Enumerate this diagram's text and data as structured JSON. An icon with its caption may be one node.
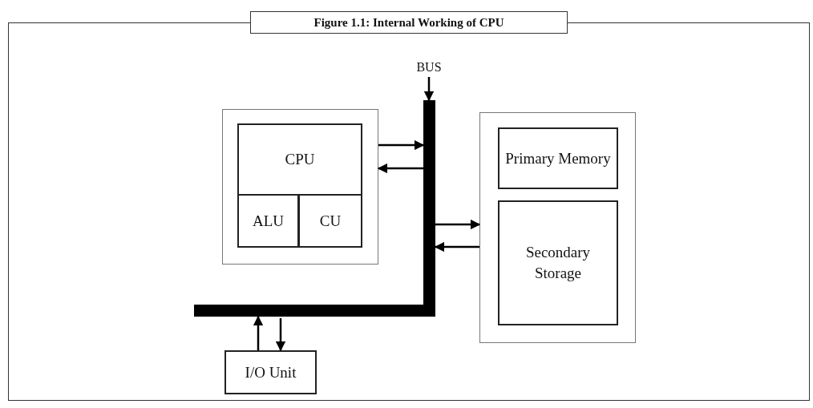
{
  "diagram": {
    "title": "Figure 1.1: Internal Working of CPU",
    "nodes": [
      {
        "text": [
          "BUS"
        ]
      },
      {
        "text": [],
        "shape": "bar"
      },
      {
        "text": [],
        "shape": "box"
      },
      {
        "text": [
          "CPU"
        ],
        "in": 2
      },
      {
        "text": [
          "ALU"
        ],
        "in": 3
      },
      {
        "text": [
          "CU"
        ],
        "in": 3
      },
      {
        "text": [],
        "shape": "box"
      },
      {
        "text": [
          "Primary Memory"
        ],
        "in": 6
      },
      {
        "text": [
          "Secondary Storage"
        ],
        "in": 6
      },
      {
        "text": [
          "I/O Unit"
        ]
      }
    ],
    "edges": [
      {
        "from": 0,
        "to": 1,
        "arrow": "to"
      },
      {
        "from": 2,
        "to": 1,
        "arrow": "to"
      },
      {
        "from": 1,
        "to": 2,
        "arrow": "to"
      },
      {
        "from": 1,
        "to": 6,
        "arrow": "to"
      },
      {
        "from": 6,
        "to": 1,
        "arrow": "to"
      },
      {
        "from": 9,
        "to": 1,
        "arrow": "to"
      },
      {
        "from": 1,
        "to": 9,
        "arrow": "to"
      }
    ]
  }
}
